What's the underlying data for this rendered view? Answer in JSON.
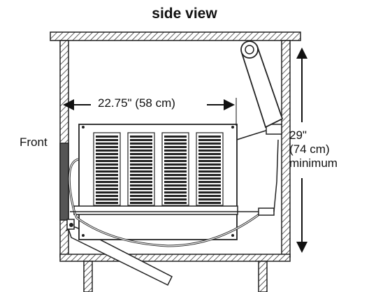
{
  "diagram": {
    "title": "side view",
    "front_label": "Front",
    "width_dimension": "22.75\" (58 cm)",
    "height_dimension": {
      "line1": "29\"",
      "line2": "(74 cm)",
      "line3": "minimum"
    }
  }
}
